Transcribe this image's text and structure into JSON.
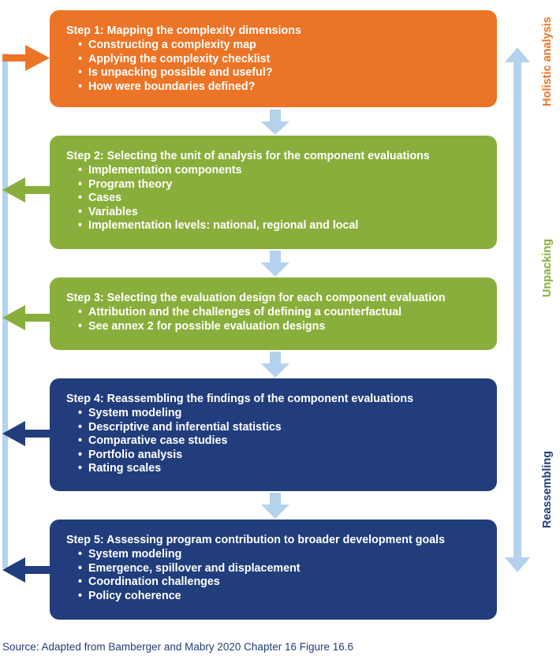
{
  "steps": [
    {
      "title": "Step 1: Mapping the complexity dimensions",
      "items": [
        "Constructing a complexity map",
        "Applying the complexity checklist",
        "Is unpacking possible and useful?",
        "How were boundaries defined?"
      ],
      "color": "#ec7426"
    },
    {
      "title": "Step 2: Selecting the unit of analysis for the component evaluations",
      "items": [
        "Implementation components",
        "Program theory",
        "Cases",
        "Variables",
        "Implementation levels: national, regional and local"
      ],
      "color": "#8aae3b"
    },
    {
      "title": "Step 3: Selecting the evaluation design for each component evaluation",
      "items": [
        "Attribution and the challenges of defining a counterfactual",
        "See annex 2 for possible evaluation designs"
      ],
      "color": "#8aae3b"
    },
    {
      "title": "Step 4: Reassembling the findings of the component evaluations",
      "items": [
        "System modeling",
        "Descriptive and inferential statistics",
        "Comparative case studies",
        "Portfolio analysis",
        "Rating scales"
      ],
      "color": "#223d7c"
    },
    {
      "title": "Step 5: Assessing program contribution to broader development goals",
      "items": [
        "System modeling",
        "Emergence, spillover and displacement",
        "Coordination challenges",
        "Policy coherence"
      ],
      "color": "#223d7c"
    }
  ],
  "phases": {
    "holistic": {
      "label": "Holistic analysis",
      "color": "#ec7426"
    },
    "unpacking": {
      "label": "Unpacking",
      "color": "#8aae3b"
    },
    "reassembling": {
      "label": "Reassembling",
      "color": "#223d7c"
    }
  },
  "connector_color": "#b4d1ee",
  "source": "Source: Adapted from Bamberger and Mabry 2020 Chapter 16 Figure 16.6"
}
